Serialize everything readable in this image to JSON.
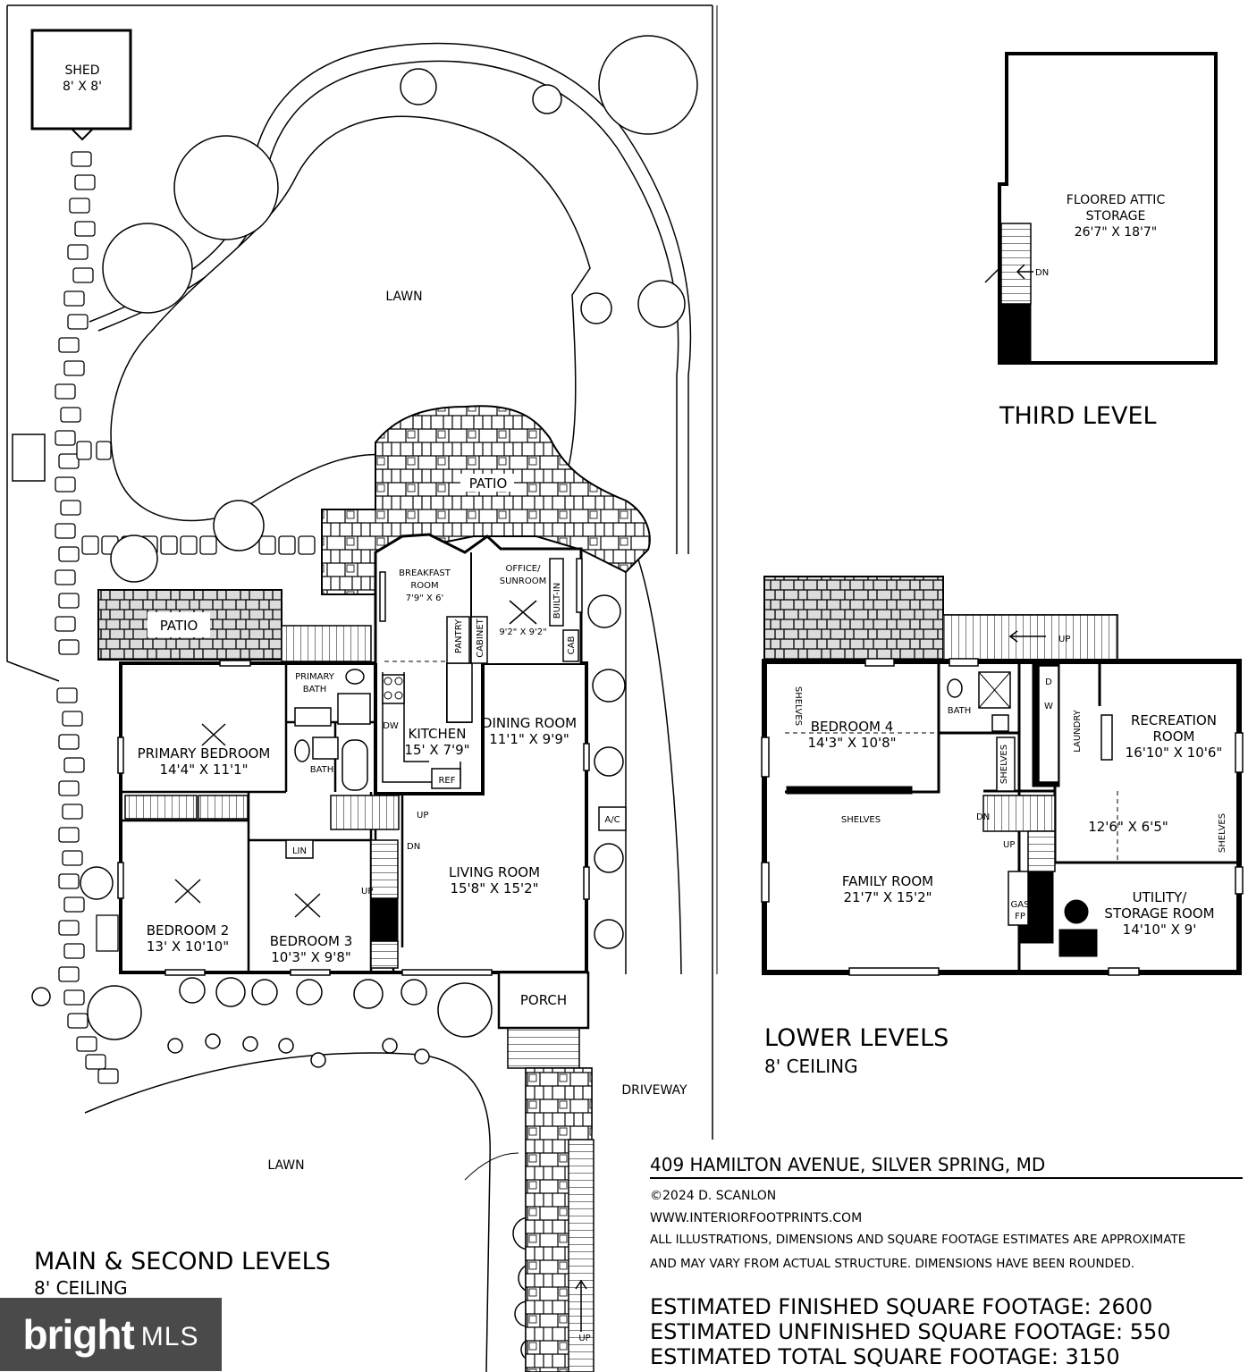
{
  "site": {
    "shed_title": "SHED",
    "shed_size": "8' X 8'",
    "lawn_back": "LAWN",
    "lawn_front": "LAWN",
    "patio_main": "PATIO",
    "patio_side": "PATIO",
    "driveway": "DRIVEWAY",
    "porch": "PORCH",
    "ac": "A/C",
    "up_walk": "UP"
  },
  "main_level": {
    "title": "MAIN & SECOND LEVELS",
    "ceiling": "8' CEILING",
    "rooms": {
      "breakfast_1": "BREAKFAST",
      "breakfast_2": "ROOM",
      "breakfast_size": "7'9\" X 6'",
      "office_1": "OFFICE/",
      "office_2": "SUNROOM",
      "office_size": "9'2\" X 9'2\"",
      "kitchen": "KITCHEN",
      "kitchen_size": "15' X 7'9\"",
      "dining": "DINING ROOM",
      "dining_size": "11'1\" X 9'9\"",
      "living": "LIVING ROOM",
      "living_size": "15'8\" X 15'2\"",
      "primary_bedroom": "PRIMARY BEDROOM",
      "primary_bedroom_size": "14'4\" X 11'1\"",
      "primary_bath_1": "PRIMARY",
      "primary_bath_2": "BATH",
      "bath": "BATH",
      "bedroom2": "BEDROOM 2",
      "bedroom2_size": "13' X 10'10\"",
      "bedroom3": "BEDROOM 3",
      "bedroom3_size": "10'3\" X 9'8\"",
      "lin": "LIN",
      "pantry": "PANTRY",
      "cabinet": "CABINET",
      "built_in": "BUILT-IN",
      "cab": "CAB",
      "dw": "DW",
      "ref": "REF",
      "up": "UP",
      "dn": "DN",
      "up2": "UP"
    }
  },
  "third_level": {
    "title": "THIRD LEVEL",
    "attic_1": "FLOORED ATTIC",
    "attic_2": "STORAGE",
    "attic_size": "26'7\" X 18'7\"",
    "dn": "DN"
  },
  "lower_level": {
    "title": "LOWER LEVELS",
    "ceiling": "8' CEILING",
    "bedroom4": "BEDROOM 4",
    "bedroom4_size": "14'3\" X 10'8\"",
    "bath": "BATH",
    "shelves_a": "SHELVES",
    "shelves_b": "SHELVES",
    "shelves_c": "SHELVES",
    "shelves_d": "SHELVES",
    "laundry": "LAUNDRY",
    "d": "D",
    "w": "W",
    "recreation_1": "RECREATION",
    "recreation_2": "ROOM",
    "recreation_size": "16'10\" X 10'6\"",
    "hall_size": "12'6\" X 6'5\"",
    "family": "FAMILY ROOM",
    "family_size": "21'7\" X 15'2\"",
    "gas": "GAS",
    "fp": "FP",
    "utility_1": "UTILITY/",
    "utility_2": "STORAGE ROOM",
    "utility_size": "14'10\" X 9'",
    "up": "UP",
    "dn": "DN",
    "up2": "UP"
  },
  "info": {
    "address": "409 HAMILTON AVENUE, SILVER SPRING, MD",
    "copyright": "©2024 D. SCANLON",
    "website": "WWW.INTERIORFOOTPRINTS.COM",
    "disclaimer_1": "ALL ILLUSTRATIONS, DIMENSIONS AND SQUARE FOOTAGE ESTIMATES ARE APPROXIMATE",
    "disclaimer_2": "AND MAY VARY FROM ACTUAL STRUCTURE. DIMENSIONS HAVE BEEN ROUNDED.",
    "finished": "ESTIMATED FINISHED SQUARE FOOTAGE: 2600",
    "unfinished": "ESTIMATED UNFINISHED SQUARE FOOTAGE: 550",
    "total": "ESTIMATED TOTAL SQUARE FOOTAGE: 3150"
  },
  "badge": {
    "brand": "bright",
    "suffix": "MLS",
    "colors": {
      "background": "#4a4a4a",
      "dot": "#ff6a1a"
    }
  }
}
